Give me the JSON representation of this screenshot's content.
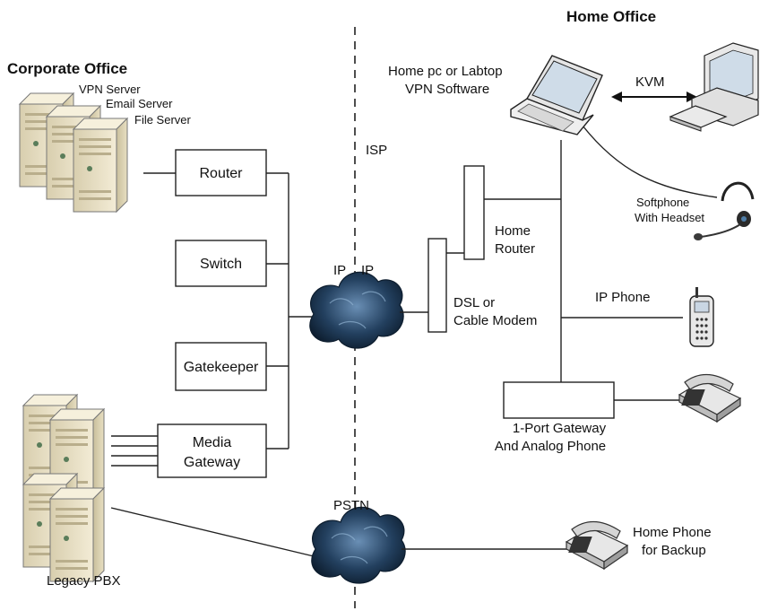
{
  "titles": {
    "corporate": "Corporate Office",
    "home": "Home Office"
  },
  "corporate": {
    "servers": [
      "VPN Server",
      "Email Server",
      "File Server"
    ],
    "router": "Router",
    "switch": "Switch",
    "gatekeeper": "Gatekeeper",
    "media_gateway": [
      "Media",
      "Gateway"
    ],
    "legacy_pbx": "Legacy PBX"
  },
  "network": {
    "isp": "ISP",
    "ip_left": "IP",
    "ip_right": "IP",
    "pstn": "PSTN"
  },
  "home": {
    "laptop": [
      "Home pc or Labtop",
      "VPN Software"
    ],
    "kvm": "KVM",
    "softphone": [
      "Softphone",
      "With Headset"
    ],
    "home_router": [
      "Home",
      "Router"
    ],
    "modem": [
      "DSL or",
      "Cable Modem"
    ],
    "ip_phone": "IP Phone",
    "gateway": [
      "1-Port Gateway",
      "And Analog Phone"
    ],
    "home_phone": [
      "Home Phone",
      "for Backup"
    ]
  },
  "colors": {
    "cloud": "#1b3550",
    "server": "#e9e1c6",
    "line": "#222222"
  }
}
